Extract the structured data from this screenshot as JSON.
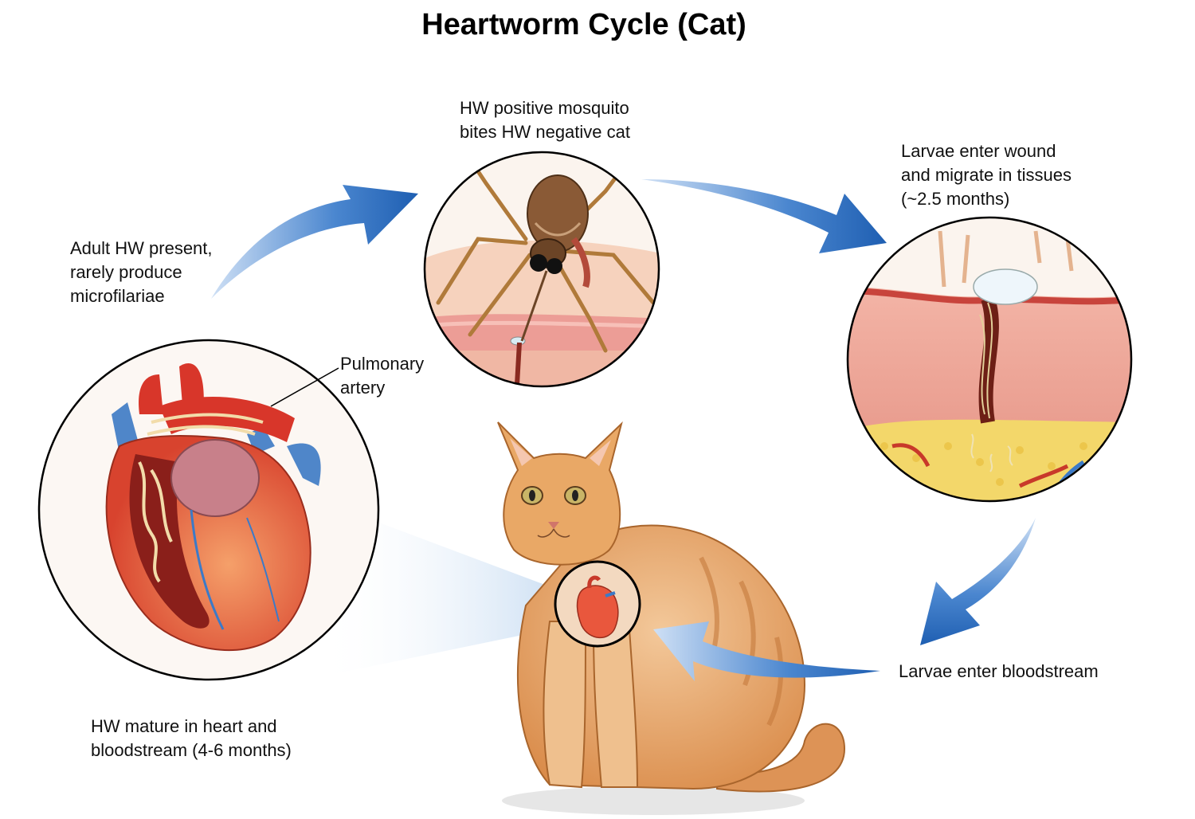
{
  "title": "Heartworm Cycle (Cat)",
  "stages": {
    "mosquito_bite": [
      "HW positive mosquito",
      "bites HW negative cat"
    ],
    "larvae_wound": [
      "Larvae enter wound",
      "and migrate in tissues",
      "(~2.5 months)"
    ],
    "bloodstream": [
      "Larvae enter bloodstream"
    ],
    "mature": [
      "HW mature in heart and",
      "bloodstream (4-6 months)"
    ],
    "adult": [
      "Adult HW present,",
      "rarely produce",
      "microfilariae"
    ]
  },
  "callout": [
    "Pulmonary",
    "artery"
  ],
  "colors": {
    "arrow": "#2f6fc0",
    "arrow_light": "#8fb6e6",
    "skin": "#f4cbb0",
    "tissue": "#e89a8c",
    "fat": "#f3d76a",
    "heart": "#e9573d",
    "cat_fur": "#e7a86a"
  }
}
